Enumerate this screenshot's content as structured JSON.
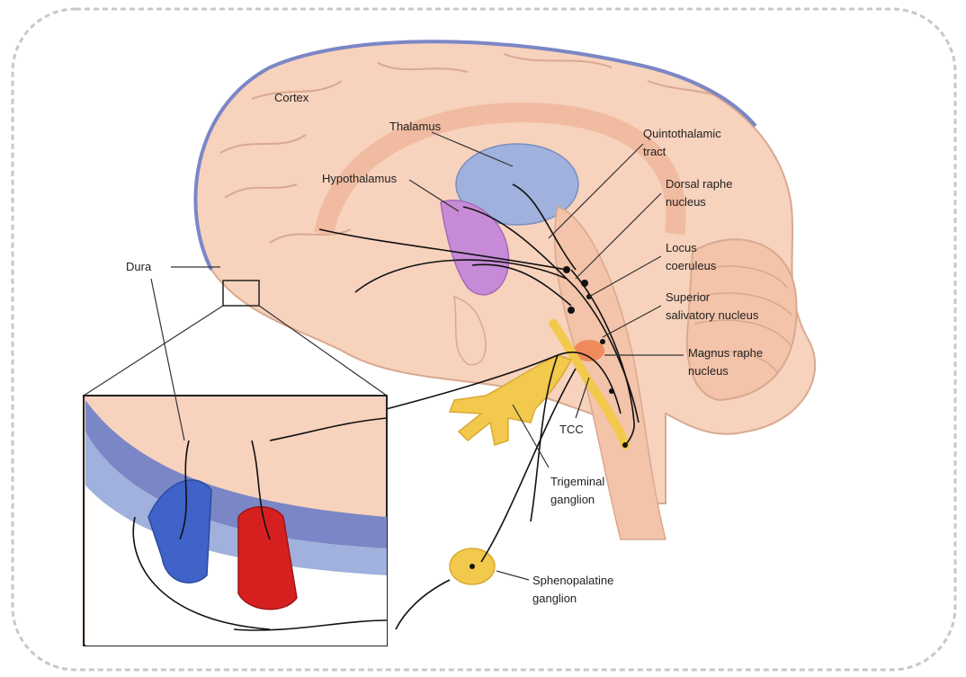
{
  "labels": {
    "cortex": "Cortex",
    "thalamus": "Thalamus",
    "hypothalamus": "Hypothalamus",
    "quintothalamic_1": "Quintothalamic",
    "quintothalamic_2": "tract",
    "dorsal_raphe_1": "Dorsal raphe",
    "dorsal_raphe_2": "nucleus",
    "locus_1": "Locus",
    "locus_2": "coeruleus",
    "superior_1": "Superior",
    "superior_2": "salivatory nucleus",
    "magnus_1": "Magnus raphe",
    "magnus_2": "nucleus",
    "dura": "Dura",
    "tcc": "TCC",
    "trigeminal_1": "Trigeminal",
    "trigeminal_2": "ganglion",
    "spheno_1": "Sphenopalatine",
    "spheno_2": "ganglion"
  },
  "colors": {
    "brain": "#f7d2bd",
    "brain_outline": "#d9a98f",
    "dura": "#7b86c6",
    "thalamus": "#9fb1dc",
    "hypothalamus": "#c78ad6",
    "ganglion": "#f2c94c",
    "vein": "#3f63c9",
    "artery": "#d62020",
    "nucleus": "#f08a5d"
  }
}
